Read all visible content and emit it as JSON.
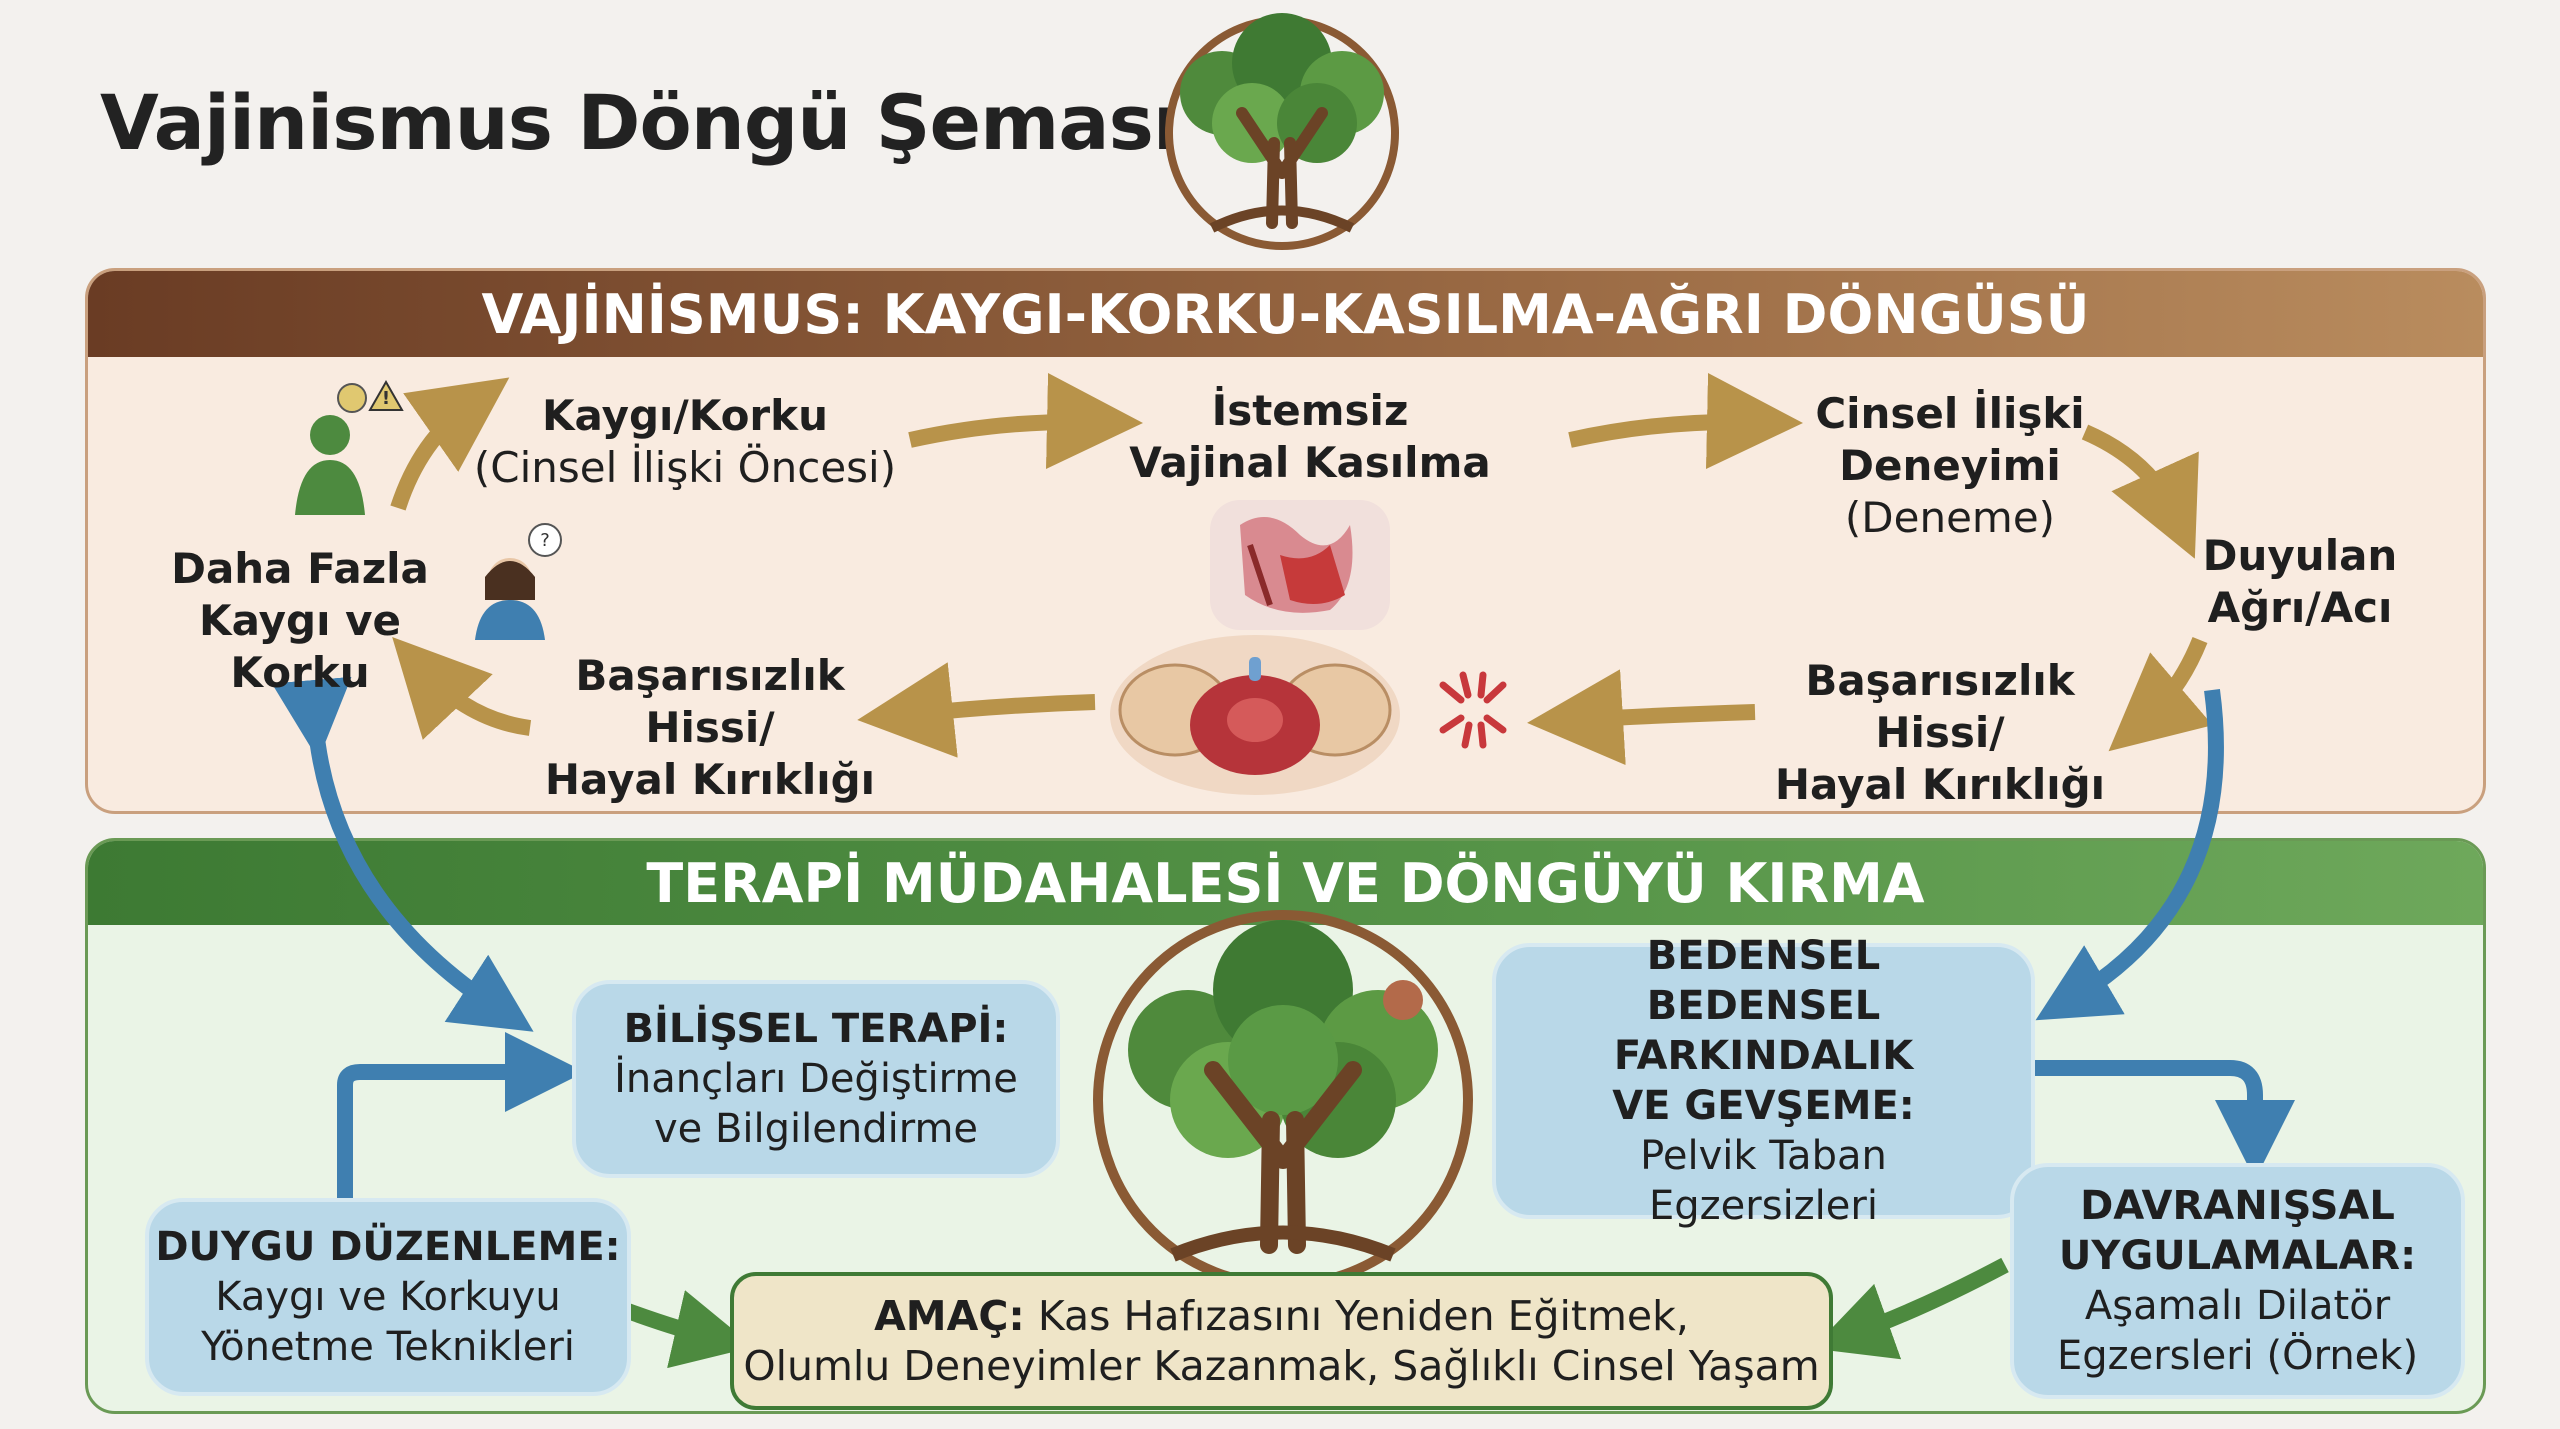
{
  "title": "Vajinismus Döngü Şeması",
  "cycle": {
    "header": "VAJİNİSMUS: KAYGI-KORKU-KASILMA-AĞRI DÖNGÜSÜ",
    "anxiety": {
      "title": "Kaygı/Korku",
      "sub": "(Cinsel İlişki Öncesi)"
    },
    "contraction": {
      "line1": "İstemsiz",
      "line2": "Vajinal Kasılma"
    },
    "attempt": {
      "line1": "Cinsel İlişki",
      "line2": "Deneyimi",
      "sub": "(Deneme)"
    },
    "pain": {
      "line1": "Duyulan",
      "line2": "Ağrı/Acı"
    },
    "failure_right": {
      "line1": "Başarısızlık Hissi/",
      "line2": "Hayal Kırıklığı"
    },
    "failure_left": {
      "line1": "Başarısızlık Hissi/",
      "line2": "Hayal Kırıklığı"
    },
    "more_fear": {
      "line1": "Daha Fazla",
      "line2": "Kaygı ve Korku"
    }
  },
  "therapy": {
    "header": "TERAPİ MÜDAHALESİ VE DÖNGÜYÜ KIRMA",
    "cognitive": {
      "title": "BİLİŞSEL TERAPİ:",
      "line1": "İnançları Değiştirme",
      "line2": "ve Bilgilendirme"
    },
    "body": {
      "title1": "BEDENSEL",
      "title2": "BEDENSEL FARKINDALIK",
      "title3": "VE GEVŞEME:",
      "line1": "Pelvik Taban",
      "line2": "Egzersizleri"
    },
    "emotion": {
      "title": "DUYGU DÜZENLEME:",
      "line1": "Kaygı ve Korkuyu",
      "line2": "Yönetme Teknikleri"
    },
    "behavior": {
      "title1": "DAVRANIŞSAL",
      "title2": "UYGULAMALAR:",
      "line1": "Aşamalı Dilatör",
      "line2": "Egzersleri (Örnek)"
    },
    "goal": {
      "title": "AMAÇ:",
      "line1": "Kas Hafızasını Yeniden Eğitmek,",
      "line2": "Olumlu Deneyimler Kazanmak, Sağlıklı Cinsel Yaşam"
    }
  },
  "colors": {
    "brown": "#7a4a2c",
    "gold_arrow": "#b8934a",
    "green": "#4d8a3f",
    "blue_arrow": "#3f7fb0",
    "box_blue": "#b9d8e8"
  }
}
